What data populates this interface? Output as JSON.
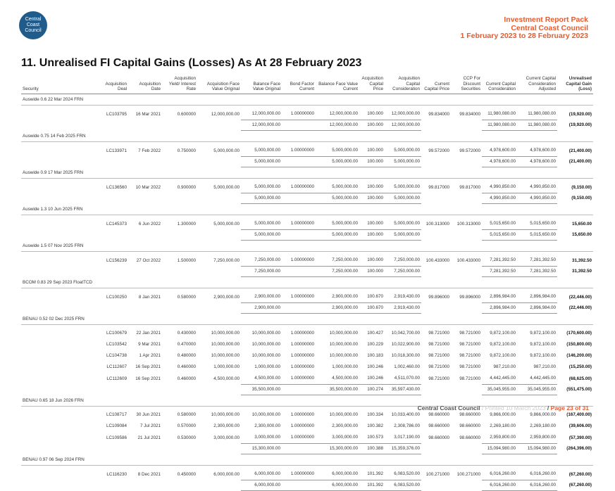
{
  "logo": {
    "line1": "Central",
    "line2": "Coast",
    "line3": "Council"
  },
  "header": {
    "line1": "Investment Report Pack",
    "line2": "Central Coast Council",
    "line3": "1 February 2023 to 28 February 2023"
  },
  "title": "11. Unrealised FI Capital Gains (Losses) As At 28 February 2023",
  "columns": [
    "Security",
    "Acquisition Deal",
    "Acquisition Date",
    "Acquisition Yield/ Interest Rate",
    "Acquisition Face Value Original",
    "Balance Face Value Original",
    "Bond Factor Current",
    "Balance Face Value Current",
    "Acquisition Capital Price",
    "Acquisition Capital Consideration",
    "Current Capital Price",
    "CCP For Discount Securities",
    "Current Capital Consideration",
    "Current Capital Consideration Adjusted",
    "Unrealised Capital Gain (Loss)"
  ],
  "sections": [
    {
      "name": "Auswide 0.6 22 Mar 2024 FRN",
      "rows": [
        [
          "LC103795",
          "16 Mar 2021",
          "0.600000",
          "12,000,000.00",
          "12,000,000.00",
          "1.00000000",
          "12,000,000.00",
          "100.000",
          "12,000,000.00",
          "99.834000",
          "99.834000",
          "11,980,080.00",
          "11,980,080.00",
          "(19,920.00)"
        ]
      ],
      "total": {
        "bal": "12,000,000.00",
        "cur": "12,000,000.00",
        "price": "100.000",
        "cons": "12,000,000.00",
        "ccc": "11,980,080.00",
        "adj": "11,980,080.00",
        "gain": "(19,920.00)"
      }
    },
    {
      "name": "Auswide 0.75 14 Feb 2025 FRN",
      "rows": [
        [
          "LC133971",
          "7 Feb 2022",
          "0.750000",
          "5,000,000.00",
          "5,000,000.00",
          "1.00000000",
          "5,000,000.00",
          "100.000",
          "5,000,000.00",
          "99.572000",
          "99.572000",
          "4,978,600.00",
          "4,978,600.00",
          "(21,400.00)"
        ]
      ],
      "total": {
        "bal": "5,000,000.00",
        "cur": "5,000,000.00",
        "price": "100.000",
        "cons": "5,000,000.00",
        "ccc": "4,978,600.00",
        "adj": "4,978,600.00",
        "gain": "(21,400.00)"
      }
    },
    {
      "name": "Auswide 0.9 17 Mar 2025 FRN",
      "rows": [
        [
          "LC136560",
          "10 Mar 2022",
          "0.900000",
          "5,000,000.00",
          "5,000,000.00",
          "1.00000000",
          "5,000,000.00",
          "100.000",
          "5,000,000.00",
          "99.817000",
          "99.817000",
          "4,990,850.00",
          "4,990,850.00",
          "(9,150.00)"
        ]
      ],
      "total": {
        "bal": "5,000,000.00",
        "cur": "5,000,000.00",
        "price": "100.000",
        "cons": "5,000,000.00",
        "ccc": "4,990,850.00",
        "adj": "4,990,850.00",
        "gain": "(9,150.00)"
      }
    },
    {
      "name": "Auswide 1.3 10 Jun 2025 FRN",
      "rows": [
        [
          "LC145373",
          "6 Jun 2022",
          "1.300000",
          "5,000,000.00",
          "5,000,000.00",
          "1.00000000",
          "5,000,000.00",
          "100.000",
          "5,000,000.00",
          "100.313000",
          "100.313000",
          "5,015,650.00",
          "5,015,650.00",
          "15,650.00"
        ]
      ],
      "total": {
        "bal": "5,000,000.00",
        "cur": "5,000,000.00",
        "price": "100.000",
        "cons": "5,000,000.00",
        "ccc": "5,015,650.00",
        "adj": "5,015,650.00",
        "gain": "15,650.00"
      }
    },
    {
      "name": "Auswide 1.5 07 Nov 2025 FRN",
      "rows": [
        [
          "LC156239",
          "27 Oct 2022",
          "1.500000",
          "7,250,000.00",
          "7,250,000.00",
          "1.00000000",
          "7,250,000.00",
          "100.000",
          "7,250,000.00",
          "100.433000",
          "100.433000",
          "7,281,392.50",
          "7,281,392.50",
          "31,392.50"
        ]
      ],
      "total": {
        "bal": "7,250,000.00",
        "cur": "7,250,000.00",
        "price": "100.000",
        "cons": "7,250,000.00",
        "ccc": "7,281,392.50",
        "adj": "7,281,392.50",
        "gain": "31,392.50"
      }
    },
    {
      "name": "BCOM 0.83 29 Sep 2023 FloatTCD",
      "rows": [
        [
          "LC100250",
          "8 Jan 2021",
          "0.580000",
          "2,900,000.00",
          "2,900,000.00",
          "1.00000000",
          "2,900,000.00",
          "100.670",
          "2,919,430.00",
          "99.896000",
          "99.896000",
          "2,896,984.00",
          "2,896,984.00",
          "(22,446.00)"
        ]
      ],
      "total": {
        "bal": "2,900,000.00",
        "cur": "2,900,000.00",
        "price": "100.670",
        "cons": "2,919,430.00",
        "ccc": "2,896,984.00",
        "adj": "2,896,984.00",
        "gain": "(22,446.00)"
      }
    },
    {
      "name": "BENAU 0.52 02 Dec 2025 FRN",
      "rows": [
        [
          "LC100679",
          "22 Jan 2021",
          "0.430000",
          "10,000,000.00",
          "10,000,000.00",
          "1.00000000",
          "10,000,000.00",
          "100.427",
          "10,042,700.00",
          "98.721000",
          "98.721000",
          "9,872,100.00",
          "9,872,100.00",
          "(170,600.00)"
        ],
        [
          "LC103542",
          "9 Mar 2021",
          "0.470000",
          "10,000,000.00",
          "10,000,000.00",
          "1.00000000",
          "10,000,000.00",
          "100.229",
          "10,022,900.00",
          "98.721000",
          "98.721000",
          "9,872,100.00",
          "9,872,100.00",
          "(150,800.00)"
        ],
        [
          "LC104738",
          "1 Apr 2021",
          "0.480000",
          "10,000,000.00",
          "10,000,000.00",
          "1.00000000",
          "10,000,000.00",
          "100.183",
          "10,018,300.00",
          "98.721000",
          "98.721000",
          "9,872,100.00",
          "9,872,100.00",
          "(146,200.00)"
        ],
        [
          "LC112607",
          "16 Sep 2021",
          "0.460000",
          "1,000,000.00",
          "1,000,000.00",
          "1.00000000",
          "1,000,000.00",
          "100.246",
          "1,002,460.00",
          "98.721000",
          "98.721000",
          "987,210.00",
          "987,210.00",
          "(15,250.00)"
        ],
        [
          "LC112609",
          "16 Sep 2021",
          "0.460000",
          "4,500,000.00",
          "4,500,000.00",
          "1.00000000",
          "4,500,000.00",
          "100.246",
          "4,511,070.00",
          "98.721000",
          "98.721000",
          "4,442,445.00",
          "4,442,445.00",
          "(68,625.00)"
        ]
      ],
      "total": {
        "bal": "35,500,000.00",
        "cur": "35,500,000.00",
        "price": "100.274",
        "cons": "35,597,430.00",
        "ccc": "35,045,955.00",
        "adj": "35,045,955.00",
        "gain": "(551,475.00)"
      }
    },
    {
      "name": "BENAU 0.65 18 Jun 2026 FRN",
      "rows": [
        [
          "LC108717",
          "30 Jun 2021",
          "0.580000",
          "10,000,000.00",
          "10,000,000.00",
          "1.00000000",
          "10,000,000.00",
          "100.334",
          "10,033,400.00",
          "98.660000",
          "98.660000",
          "9,866,000.00",
          "9,866,000.00",
          "(167,400.00)"
        ],
        [
          "LC109084",
          "7 Jul 2021",
          "0.570000",
          "2,300,000.00",
          "2,300,000.00",
          "1.00000000",
          "2,300,000.00",
          "100.382",
          "2,308,786.00",
          "98.660000",
          "98.660000",
          "2,269,180.00",
          "2,269,180.00",
          "(39,606.00)"
        ],
        [
          "LC109586",
          "21 Jul 2021",
          "0.530000",
          "3,000,000.00",
          "3,000,000.00",
          "1.00000000",
          "3,000,000.00",
          "100.573",
          "3,017,190.00",
          "98.660000",
          "98.660000",
          "2,959,800.00",
          "2,959,800.00",
          "(57,390.00)"
        ]
      ],
      "total": {
        "bal": "15,300,000.00",
        "cur": "15,300,000.00",
        "price": "100.388",
        "cons": "15,359,376.00",
        "ccc": "15,094,980.00",
        "adj": "15,094,980.00",
        "gain": "(264,396.00)"
      }
    },
    {
      "name": "BENAU 0.97 06 Sep 2024 FRN",
      "rows": [
        [
          "LC116230",
          "8 Dec 2021",
          "0.450000",
          "6,000,000.00",
          "6,000,000.00",
          "1.00000000",
          "6,000,000.00",
          "101.392",
          "6,083,520.00",
          "100.271000",
          "100.271000",
          "6,016,260.00",
          "6,016,260.00",
          "(67,260.00)"
        ]
      ],
      "total": {
        "bal": "6,000,000.00",
        "cur": "6,000,000.00",
        "price": "101.392",
        "cons": "6,083,520.00",
        "ccc": "6,016,260.00",
        "adj": "6,016,260.00",
        "gain": "(67,260.00)"
      }
    }
  ],
  "footer": {
    "org": "Central Coast Council",
    "printed": "Printed 10 March 2023",
    "page": "Page 23 of 31",
    "sep": " / "
  }
}
